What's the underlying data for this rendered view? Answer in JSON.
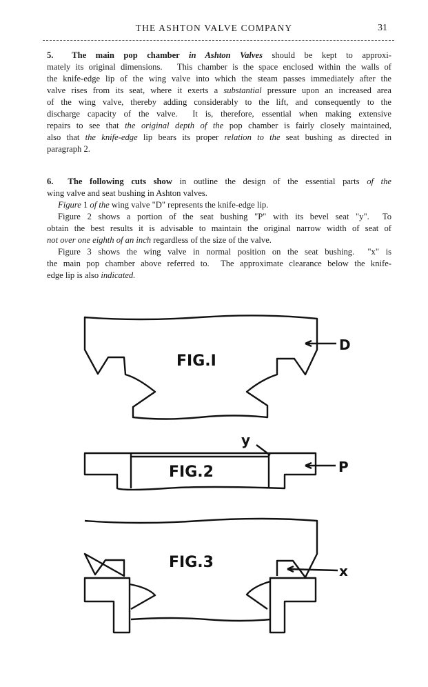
{
  "header": {
    "title": "THE ASHTON VALVE COMPANY",
    "page_number": "31"
  },
  "paragraphs": [
    {
      "lines": [
        {
          "cls": "full",
          "segs": [
            {
              "t": "5.  The main pop chamber ",
              "s": "b"
            },
            {
              "t": "in Ashton Valves",
              "s": "b i"
            },
            {
              "t": " should be kept to approxi-"
            }
          ]
        },
        {
          "cls": "full",
          "segs": [
            {
              "t": "mately its original dimensions.   This chamber is the space enclosed within the walls of"
            }
          ]
        },
        {
          "cls": "full",
          "segs": [
            {
              "t": "the knife-edge lip of the wing valve into which the steam passes immediately after the"
            }
          ]
        },
        {
          "cls": "full",
          "segs": [
            {
              "t": "valve rises from its seat, where it exerts a "
            },
            {
              "t": "substantial",
              "s": "i"
            },
            {
              "t": " pressure upon an increased area"
            }
          ]
        },
        {
          "cls": "full",
          "segs": [
            {
              "t": "of the wing valve, thereby adding considerably to the lift, and consequently to the"
            }
          ]
        },
        {
          "cls": "full",
          "segs": [
            {
              "t": "discharge capacity of the valve.  It is, therefore, essential when making extensive"
            }
          ]
        },
        {
          "cls": "full",
          "segs": [
            {
              "t": "repairs to see that "
            },
            {
              "t": "the original depth of the",
              "s": "i"
            },
            {
              "t": " pop chamber is fairly closely maintained,"
            }
          ]
        },
        {
          "cls": "full",
          "segs": [
            {
              "t": "also that "
            },
            {
              "t": "the knife-edge",
              "s": "i"
            },
            {
              "t": " lip bears its proper "
            },
            {
              "t": "relation to the",
              "s": "i"
            },
            {
              "t": " seat bushing as directed in"
            }
          ]
        },
        {
          "cls": "",
          "segs": [
            {
              "t": "paragraph 2."
            }
          ]
        }
      ]
    },
    {
      "lines": [
        {
          "cls": "full",
          "segs": [
            {
              "t": "6.  The following cuts show",
              "s": "b"
            },
            {
              "t": " in outline the design of the essential parts "
            },
            {
              "t": "of the",
              "s": "i"
            }
          ]
        },
        {
          "cls": "",
          "segs": [
            {
              "t": "wing valve and seat bushing in Ashton valves."
            }
          ]
        },
        {
          "cls": "indent",
          "segs": [
            {
              "t": "Figure",
              "s": "i"
            },
            {
              "t": " 1 "
            },
            {
              "t": "of the",
              "s": "i"
            },
            {
              "t": " wing valve \"D\" represents the knife-edge lip."
            }
          ]
        },
        {
          "cls": "full indent",
          "segs": [
            {
              "t": "Figure 2 shows a portion of the seat bushing \"P\" with its bevel seat \"y\".  To"
            }
          ]
        },
        {
          "cls": "full",
          "segs": [
            {
              "t": "obtain the best results it is advisable to maintain the original narrow width of seat of"
            }
          ]
        },
        {
          "cls": "",
          "segs": [
            {
              "t": "not over one eighth of an inch",
              "s": "i"
            },
            {
              "t": " regardless of the size of the valve."
            }
          ]
        },
        {
          "cls": "full indent",
          "segs": [
            {
              "t": "Figure 3 shows the wing valve in normal position on the seat bushing.  \"x\" is"
            }
          ]
        },
        {
          "cls": "full",
          "segs": [
            {
              "t": "the main pop chamber above referred to.  The approximate clearance below the knife-"
            }
          ]
        },
        {
          "cls": "",
          "segs": [
            {
              "t": "edge lip is also "
            },
            {
              "t": "indicated.",
              "s": "i"
            }
          ]
        }
      ]
    }
  ],
  "figures": {
    "fig1": {
      "label": "FIG.I",
      "callout": "D"
    },
    "fig2": {
      "label": "FIG.2",
      "callout": "P",
      "callout2": "y"
    },
    "fig3": {
      "label": "FIG.3",
      "callout": "x"
    }
  }
}
